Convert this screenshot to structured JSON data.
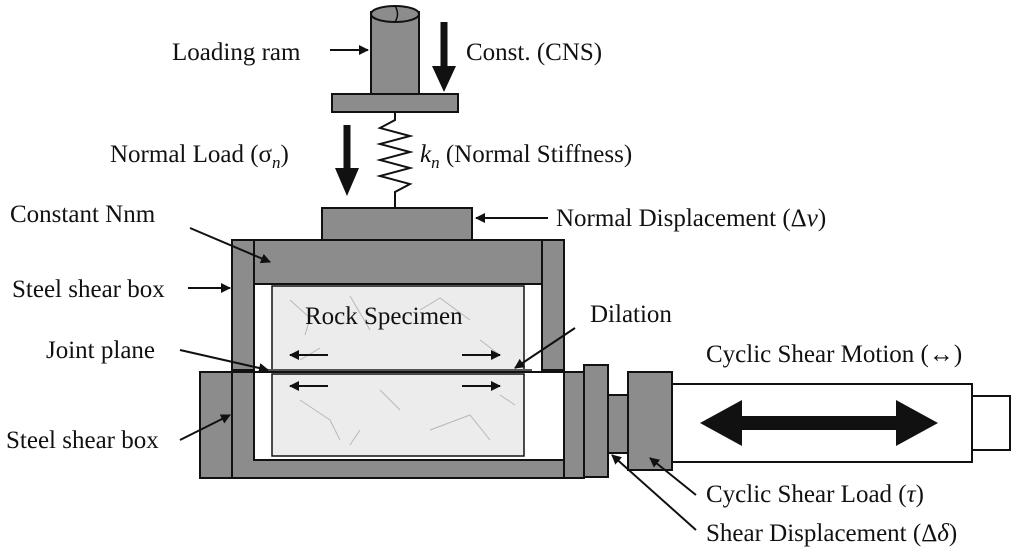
{
  "diagram": {
    "title": "Cyclic shear test apparatus under constant normal stiffness (CNS)",
    "labels": {
      "loading_ram": "Loading ram",
      "const_cns": "Const. (CNS)",
      "normal_load_prefix": "Normal Load (σ",
      "normal_load_sub": "n",
      "normal_load_suffix": ")",
      "kn_symbol": "k",
      "kn_sub": "n",
      "kn_text": " (Normal Stiffness)",
      "constant_nnm": "Constant Nnm",
      "normal_displacement": "Normal Displacement (Δ",
      "normal_displacement_var": "v",
      "normal_displacement_suffix": ")",
      "steel_shear_box_top": "Steel shear box",
      "rock_specimen": "Rock Specimen",
      "dilation": "Dilation",
      "joint_plane": "Joint plane",
      "cyclic_shear_motion": "Cyclic Shear Motion (↔)",
      "steel_shear_box_bottom": "Steel shear box",
      "cyclic_shear_load": "Cyclic Shear Load (",
      "cyclic_shear_load_var": "τ",
      "cyclic_shear_load_suffix": ")",
      "shear_displacement": "Shear Displacement (Δ",
      "shear_displacement_var": "δ",
      "shear_displacement_suffix": ")"
    },
    "colors": {
      "steel": "#8c8c8c",
      "rock": "#ececec",
      "outline": "#111111",
      "background": "#ffffff"
    }
  }
}
